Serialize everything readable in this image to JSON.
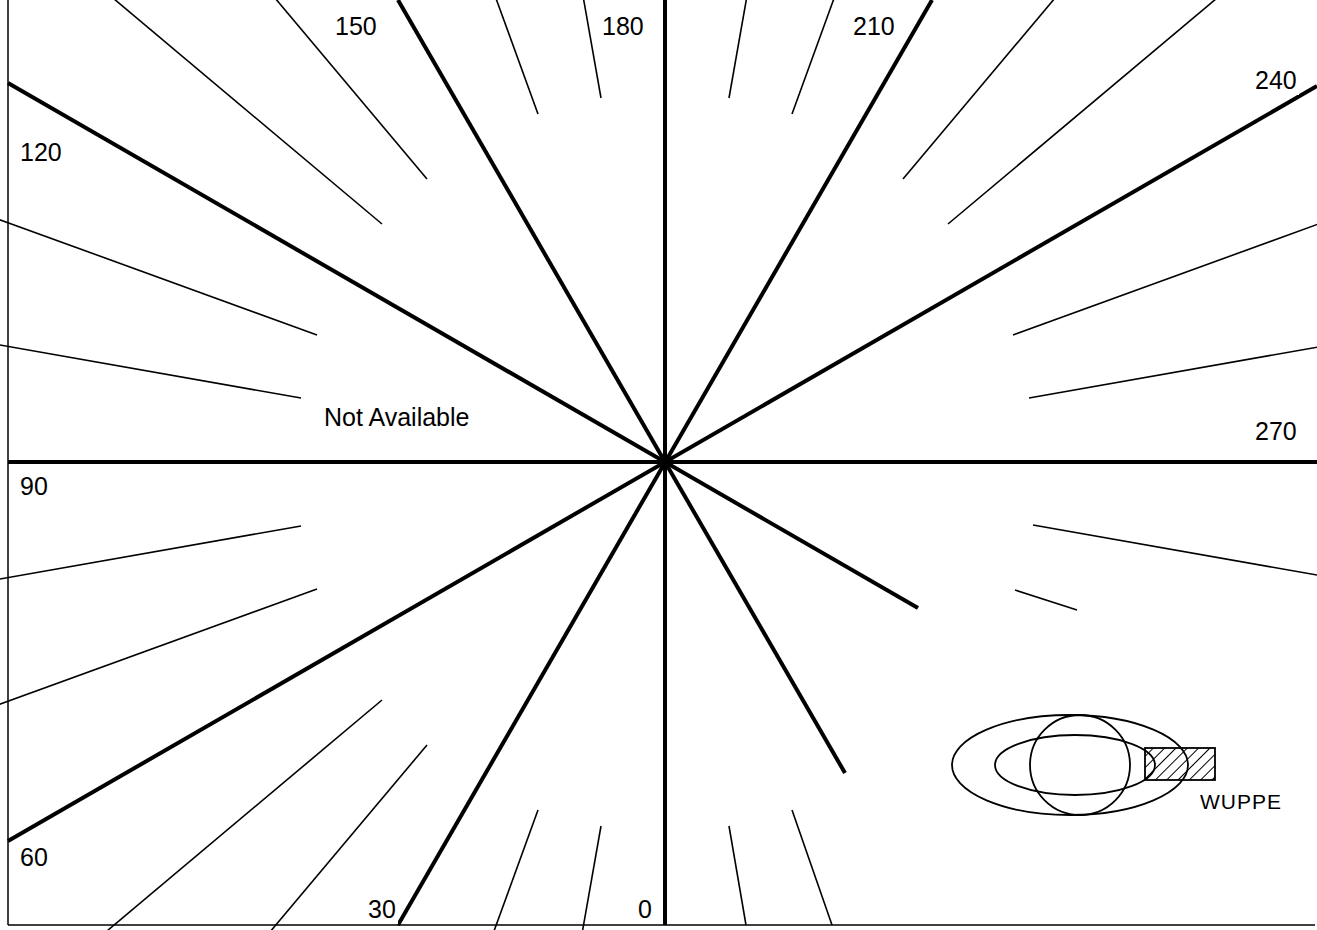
{
  "diagram": {
    "labels": [
      "150",
      "180",
      "210",
      "240",
      "120",
      "270",
      "90",
      "60",
      "30",
      "0",
      "Not Available",
      "WUPPE"
    ]
  }
}
